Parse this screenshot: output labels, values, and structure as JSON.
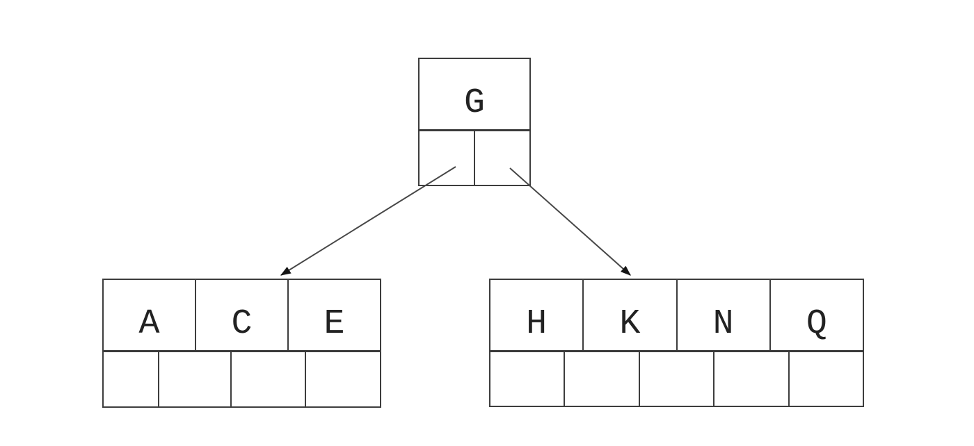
{
  "diagram": {
    "kind": "b-tree",
    "background_color": "#ffffff",
    "line_color": "#3d3d3d",
    "arrow_color": "#474747",
    "arrowhead_color": "#151515",
    "text_color": "#222222",
    "nodes": {
      "root": {
        "keys": [
          "G"
        ],
        "pointer_cells": 2
      },
      "left_child": {
        "keys": [
          "A",
          "C",
          "E"
        ],
        "pointer_cells": 4
      },
      "right_child": {
        "keys": [
          "H",
          "K",
          "N",
          "Q"
        ],
        "pointer_cells": 5
      }
    },
    "edges": [
      {
        "from": "root-pointer-left",
        "to": "left_child"
      },
      {
        "from": "root-pointer-right",
        "to": "right_child"
      }
    ]
  }
}
